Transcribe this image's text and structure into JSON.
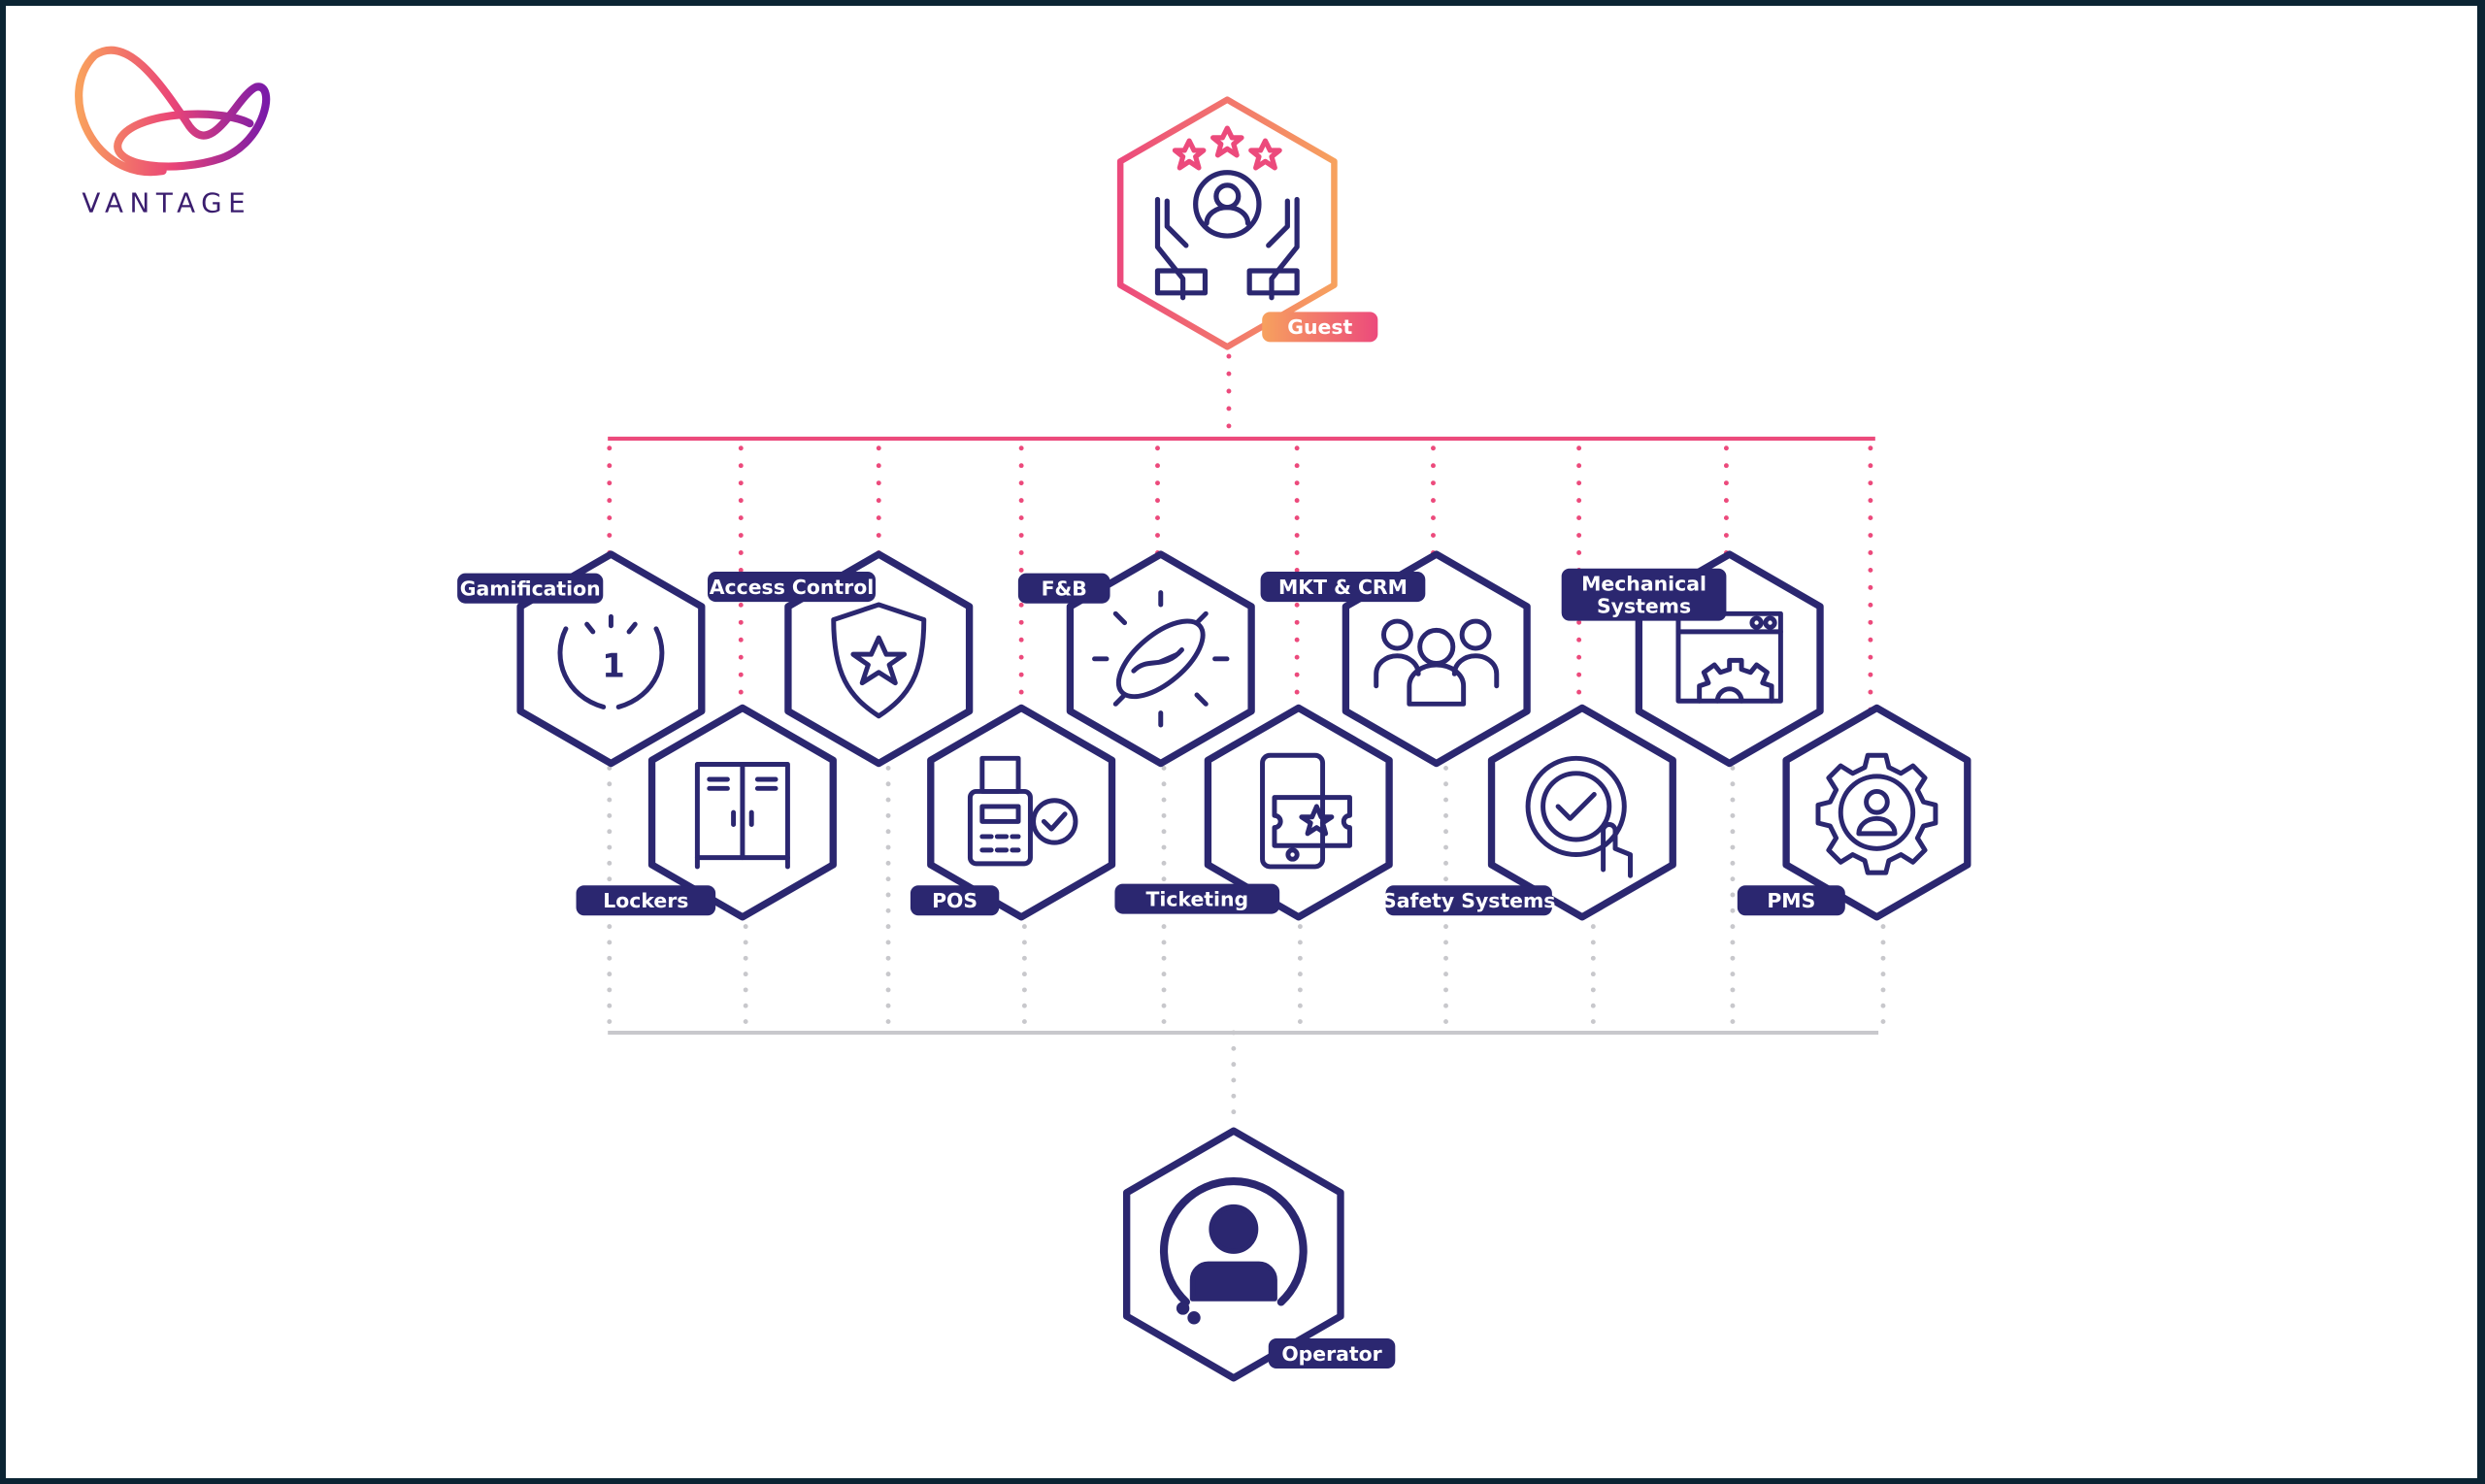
{
  "logo": {
    "text": "VANTAGE"
  },
  "colors": {
    "navy": "#2b2770",
    "pink": "#ec4a7c",
    "orange": "#f7a15e",
    "grey": "#c8c8cc",
    "frame": "#0b2433"
  },
  "guest": {
    "label": "Guest",
    "icon": "hands-user-stars-icon"
  },
  "operator": {
    "label": "Operator",
    "icon": "user-circle-icon"
  },
  "systems": [
    {
      "label": "Gamification",
      "icon": "laurel-rank-icon"
    },
    {
      "label": "Access Control",
      "icon": "shield-star-icon"
    },
    {
      "label": "F&B",
      "icon": "hotdog-icon"
    },
    {
      "label": "MKT & CRM",
      "icon": "group-users-icon"
    },
    {
      "label": "Mechanical Systems",
      "icon": "window-gear-icon"
    },
    {
      "label": "Lockers",
      "icon": "locker-icon"
    },
    {
      "label": "POS",
      "icon": "pos-terminal-icon"
    },
    {
      "label": "Ticketing",
      "icon": "phone-ticket-icon"
    },
    {
      "label": "Safety Systems",
      "icon": "check-touch-icon"
    },
    {
      "label": "PMS",
      "icon": "gear-user-icon"
    }
  ]
}
